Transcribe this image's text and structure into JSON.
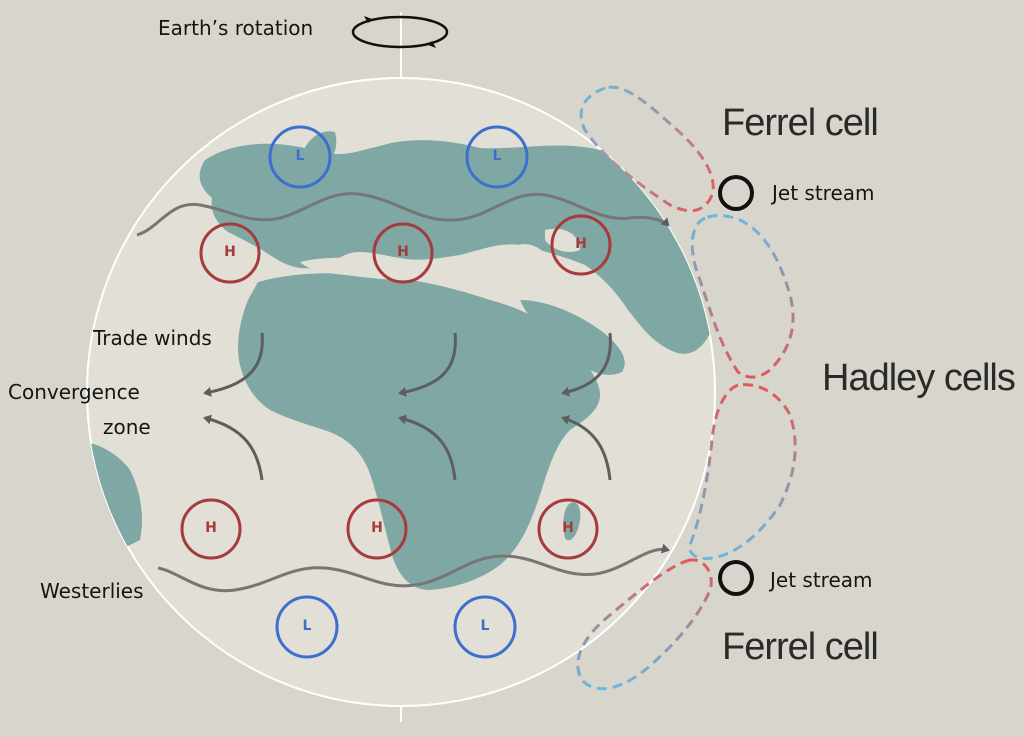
{
  "labels": {
    "earth_rotation": "Earth’s rotation",
    "ferrel_cell_top": "Ferrel cell",
    "ferrel_cell_bottom": "Ferrel cell",
    "hadley_cells": "Hadley cells",
    "jet_stream_top": "Jet stream",
    "jet_stream_bottom": "Jet stream",
    "trade_winds": "Trade winds",
    "convergence_zone_line1": "Convergence",
    "convergence_zone_line2": "zone",
    "westerlies": "Westerlies"
  },
  "pressure_marks": {
    "high": "H",
    "low": "L"
  },
  "colors": {
    "background": "#d8d6cc",
    "globe_fill": "#e1dfd6",
    "land": "#7fa8a4",
    "high_pressure": "#a73a3a",
    "low_pressure": "#3d6fcf",
    "wind_arrows": "#6e6e6e",
    "cell_warm": "#e05a5a",
    "cell_cool": "#69b8dd"
  }
}
